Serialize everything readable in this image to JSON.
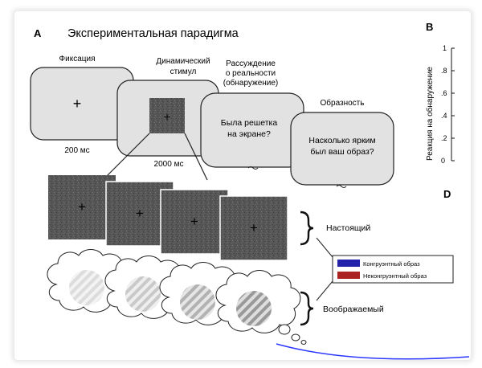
{
  "panels": {
    "a": "A",
    "b": "B",
    "d": "D"
  },
  "title": "Экспериментальная парадигма",
  "screens": {
    "fixation_label": "Фиксация",
    "fixation_duration": "200 мс",
    "stimulus_label_1": "Динамический",
    "stimulus_label_2": "стимул",
    "stimulus_duration": "2000 мс",
    "reality_label_1": "Рассуждение",
    "reality_label_2": "о реальности",
    "reality_label_3": "(обнаружение)",
    "reality_question_1": "Была решетка",
    "reality_question_2": "на экране?",
    "imagery_label": "Образность",
    "imagery_question_1": "Насколько ярким",
    "imagery_question_2": "был ваш образ?",
    "fixation_symbol": "+"
  },
  "trial_types": {
    "real": "Настоящий",
    "imagined": "Воображаемый"
  },
  "legend": {
    "congruent": "Конгруэнтный образ",
    "incongruent": "Неконгруэнтный образ",
    "congruent_color": "#2222aa",
    "incongruent_color": "#aa2222"
  },
  "axis_b": {
    "ylabel": "Реакция на обнаружение",
    "ticks": [
      "0",
      ".2",
      ".4",
      ".6",
      ".8",
      "1"
    ]
  },
  "colors": {
    "screen_fill": "#e2e2e2",
    "noise_fill": "#555555",
    "accent_blue": "#2b35ff"
  },
  "icons": [
    "fixation-cross-icon",
    "grating-icon",
    "thought-cloud-icon",
    "curly-brace-icon",
    "tilde-icon"
  ]
}
